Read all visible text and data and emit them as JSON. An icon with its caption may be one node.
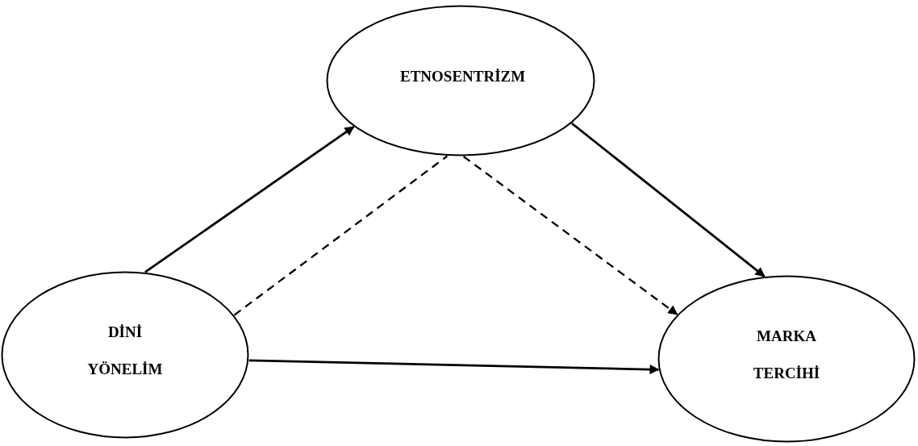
{
  "diagram": {
    "nodes": [
      {
        "text": [
          "ETNOSENTRİZM"
        ]
      },
      {
        "text": [
          "DİNİ YÖNELİM"
        ]
      },
      {
        "text": [
          "MARKA TERCİHİ"
        ]
      }
    ],
    "edges": [
      {
        "from": 1,
        "to": 0,
        "arrow": "to"
      },
      {
        "from": 0,
        "to": 2,
        "arrow": "to"
      },
      {
        "from": 1,
        "to": 2,
        "arrow": "to"
      },
      {
        "from": 1,
        "to": 0,
        "arrow": "none",
        "style": "dashed"
      },
      {
        "from": 0,
        "to": 2,
        "arrow": "to",
        "style": "dashed"
      }
    ]
  }
}
